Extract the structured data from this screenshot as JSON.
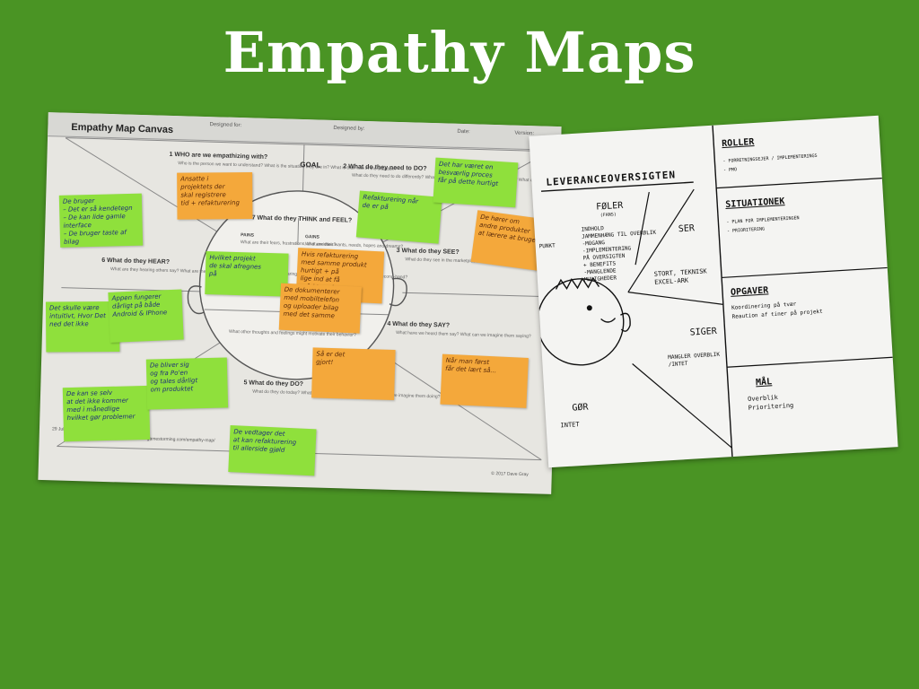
{
  "slide": {
    "title": "Empathy Maps"
  },
  "canvas": {
    "title": "Empathy Map Canvas",
    "header_fields": [
      "Designed for:",
      "Designed by:",
      "Date:",
      "Version:"
    ],
    "goal": "GOAL",
    "sections": [
      {
        "id": "who",
        "title": "1  WHO are we empathizing with?",
        "sub": "Who is the person we want to understand?\nWhat is the situation they are in?\nWhat is their role in the situation?"
      },
      {
        "id": "do",
        "title": "2  What do they need to DO?",
        "sub": "What do they need to do differently?\nWhat job(s) do they want or need to get done?\nWhat decision(s) do they need to make?\nHow will we know they were successful?"
      },
      {
        "id": "see",
        "title": "3  What do they SEE?",
        "sub": "What do they see in the marketplace?\nWhat do they see in their immediate environment?\nWhat do they see others saying and doing?\nWhat are they watching and reading?"
      },
      {
        "id": "say",
        "title": "4  What do they SAY?",
        "sub": "What have we heard them say?\nWhat can we imagine them saying?"
      },
      {
        "id": "act",
        "title": "5  What do they DO?",
        "sub": "What do they do today?\nWhat behavior have we observed?\nWhat can we imagine them doing?"
      },
      {
        "id": "hear",
        "title": "6  What do they HEAR?",
        "sub": "What are they hearing others say?\nWhat are they hearing from friends?\nWhat are they hearing from colleagues?\nWhat are they hearing second-hand?"
      },
      {
        "id": "think",
        "title": "7  What do they THINK and FEEL?",
        "sub": ""
      }
    ],
    "pains_label": "PAINS",
    "pains_sub": "What are their fears,\nfrustrations, and anxieties?",
    "gains_label": "GAINS",
    "gains_sub": "What are their wants,\nneeds, hopes and dreams?",
    "other_thoughts": "What other thoughts and feelings might motivate their behavior?",
    "footer_url": "gamestorming.com/empathy-map/",
    "date_note": "29 July 2017",
    "copyright": "© 2017 Dave Gray"
  },
  "stickies": [
    {
      "text": "Ansatte i\nprojektets der\nskal registrere\ntid + refakturering"
    },
    {
      "text": "Refakturering når\nde er på"
    },
    {
      "text": "Det har været en\nbesværlig proces\nfår på dette hurtigt"
    },
    {
      "text": "De bruger\n– Det er så kendetegn\n– De kan lide gamle\n  interface\n– De bruger taste af bilag"
    },
    {
      "text": "Hvilket projekt\nde skal afregnes\npå"
    },
    {
      "text": "Hvis refakturering\nmed samme produkt\nhurtigt + på\nlige ind at få\nrefakturering"
    },
    {
      "text": "De dokumenterer\nmed mobiltelefon\nog uploader bilag\nmed det samme"
    },
    {
      "text": "De hører om\nandre produkter\nat lærere at bruge"
    },
    {
      "text": "Det skulle være\nintuitivt, Hvor Det\nned det ikke"
    },
    {
      "text": "Appen fungerer\ndårligt på både\nAndroid & IPhone"
    },
    {
      "text": "Så er det\ngjort!"
    },
    {
      "text": "Når man først\nfår det lært så..."
    },
    {
      "text": "De kan se selv\nat det ikke kommer\nmed i månedlige\nhvilket gør problemer"
    },
    {
      "text": "De bliver sig\nog fra Po'en\nog tales dårligt\nom produktet"
    },
    {
      "text": "De vedtager det\nat kan refakturering\ntil allerside gjøld"
    }
  ],
  "sheet": {
    "title": "LEVERANCEOVERSIGTEN",
    "foeler": "FØLER",
    "foeler_sub": "(FANS)",
    "foeler_items": "INDHOLD\nJAMMENHÆNG TIL OVERBLIK\n-MOGANG\n-IMPLEMENTERING\n PÅ OVERSIGTEN\n+ BENEFITS\n-MANGLENDE\n MULIGHEDER",
    "punkt": "PUNKT",
    "ser": "SER",
    "ser_items": "STORT, TEKNISK\nEXCEL-ARK",
    "siger": "SIGER",
    "siger_items": "MANGLER OVERBLIK\n/INTET",
    "goer": "GØR",
    "goer_items": "INTET",
    "roller": "ROLLER",
    "roller_items": "- FORRETNINGSEJER / IMPLEMENTERINGS\n- PMO",
    "situation": "SITUATIONEK",
    "situation_items": "- PLAN FOR IMPLEMENTERINGEN\n- PRIORITERING",
    "opgaver": "OPGAVER",
    "opgaver_items": "Koordinering på tvær\nReaution af tiner på projekt",
    "maal": "MÅL",
    "maal_items": "Overblik\nPrioritering"
  }
}
